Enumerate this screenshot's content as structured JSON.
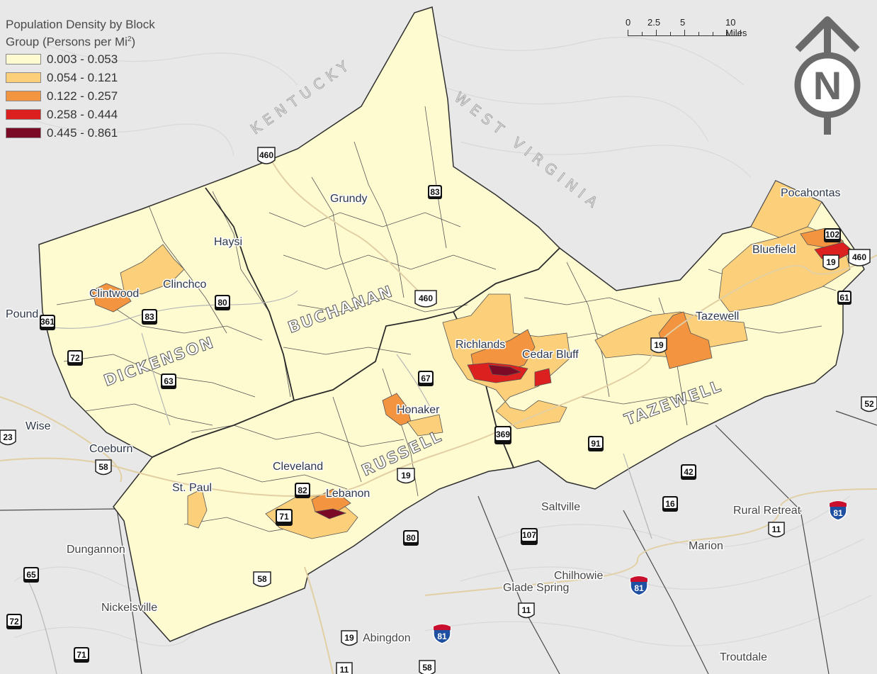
{
  "legend": {
    "title_line1": "Population Density by Block",
    "title_line2": "Group (Persons per Mi",
    "title_sup": "2",
    "title_end": ")",
    "classes": [
      {
        "label": "0.003 - 0.053",
        "color": "#fffbd1"
      },
      {
        "label": "0.054 - 0.121",
        "color": "#fcd07b"
      },
      {
        "label": "0.122 - 0.257",
        "color": "#f39440"
      },
      {
        "label": "0.258 - 0.444",
        "color": "#dc1f1f"
      },
      {
        "label": "0.445 - 0.861",
        "color": "#7a0a26"
      }
    ]
  },
  "scalebar": {
    "labels": [
      "0",
      "2.5",
      "5",
      "10 Miles"
    ]
  },
  "north_arrow": {
    "letter": "N"
  },
  "states": [
    "KENTUCKY",
    "WEST VIRGINIA"
  ],
  "counties": [
    "BUCHANAN",
    "DICKENSON",
    "RUSSELL",
    "TAZEWELL"
  ],
  "places": [
    "Grundy",
    "Haysi",
    "Clinchco",
    "Clintwood",
    "Pound",
    "Wise",
    "Coeburn",
    "St. Paul",
    "Cleveland",
    "Lebanon",
    "Honaker",
    "Richlands",
    "Cedar Bluff",
    "Tazewell",
    "Bluefield",
    "Pocahontas",
    "Saltville",
    "Rural Retreat",
    "Marion",
    "Chilhowie",
    "Glade Spring",
    "Abingdon",
    "Dungannon",
    "Nickelsville",
    "Troutdale"
  ],
  "routes": [
    "460",
    "83",
    "80",
    "361",
    "72",
    "63",
    "67",
    "369",
    "19",
    "91",
    "42",
    "16",
    "11",
    "82",
    "71",
    "58",
    "107",
    "65",
    "102",
    "61",
    "52",
    "23",
    "81"
  ],
  "colors": {
    "background": "#e9e9e9",
    "region_border": "#333333",
    "road": "#e2cfa4",
    "interstate_shield": "#1f4fa0",
    "interstate_top": "#c8102e"
  }
}
